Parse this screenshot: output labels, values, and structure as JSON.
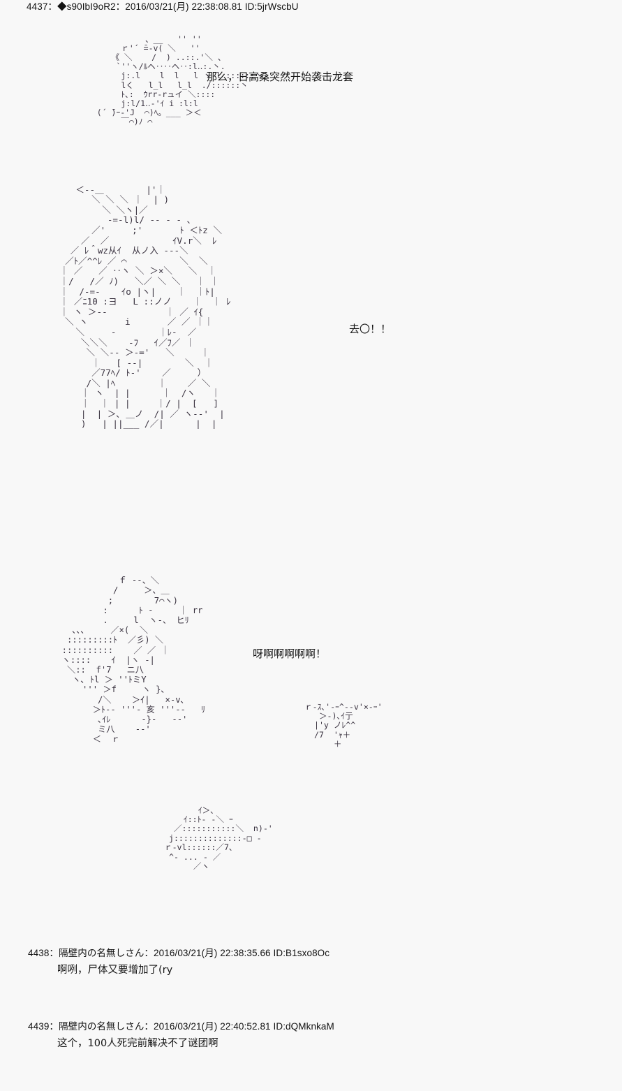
{
  "page": {
    "background_color": "#f8f8f8",
    "text_color": "#151515",
    "aa_color": "#3a3340"
  },
  "posts": [
    {
      "number": "4437",
      "name": "◆s90IbI9oR2",
      "datetime": "2016/03/21(月) 22:38:08.81",
      "id": "ID:5jrWscbU",
      "header_line": "4437：◆s90IbI9oR2：2016/03/21(月) 22:38:08.81 ID:5jrWscbU",
      "body": ""
    },
    {
      "number": "4438",
      "name": "隔壁内の名無しさん",
      "datetime": "2016/03/21(月) 22:38:35.66",
      "id": "ID:B1sxo8Oc",
      "header_line": "4438：隔壁内の名無しさん：2016/03/21(月) 22:38:35.66 ID:B1sxo8Oc",
      "body": "啊咧，尸体又要增加了(ry"
    },
    {
      "number": "4439",
      "name": "隔壁内の名無しさん",
      "datetime": "2016/03/21(月) 22:40:52.81",
      "id": "ID:dQMknkaM",
      "header_line": "4439：隔壁内の名無しさん：2016/03/21(月) 22:40:52.81 ID:dQMknkaM",
      "body": "这个，100人死完前解决不了谜团啊"
    }
  ],
  "captions": {
    "caption_1": "那么，日高桑突然开始袭击龙套",
    "caption_2": "去〇！！",
    "caption_3": "呀啊啊啊啊啊！"
  },
  "ascii_art": {
    "art_1": "             、__   '' ''\n        ｒ'´ ̄=‐v( ＼   ''\n      《 ＼    /  ) ..::.'＼ 、\n       `''ヽ/ﾙヘ‥‥ヘ‥:l‥:.丶.\n        j:.l    l  l   l ヽ‐l ::::::丶\n        lく   l_l   l_l  ./::::::丶\n        ﾄ､:  ｳrr‐rュイ ＼::::\n        j:l/1‥‐'ｲ i :l:l\n   (´ ̄)ｰ‐'J  ⌒)ﾍ。___ ＞＜\n        ￣⌒)ﾉ ⌒",
    "art_2": "    ＜‐‐＿        |'｜\n       ＼ ＼ ＼ ｜  | )\n         ＼ ＼ヽ|／\n          ‐=‐l)l/ ‐‐ ‐ ‐ 、\n       ／'     ;'       ﾄ ＜ﾄz ＼\n     ／  ／            ｲV.r＼  ﾚ\n   ／ ﾚ＾wz从ｲ  从ノ入 ‐‐‐＼\n  ／ﾄ／^^ﾚ ／ ⌒          ＼  ＼\n ｜ ／   ／ ‥ヽ ＼ ＞×＼   ＼  ｜\n ｜/   /／ ﾉ)   ＼／ ＼ ＼   ｜ ｜\n ｜  /‐=‐    ｲo |ヽ|    ｜  ｜ﾄ|\n ｜ ／ﾆ10 :ヨ   L ::ノノ    ｜  ｜ ﾚ\n ｜ ヽ ＞‐‐           ｜ ／ ｲ{\n  ＼ ヽ       i       ／ ／ ｜｜\n    ＼     ‐        ｜ﾚ‐  ／\n     ＼＼＼    ‐ﾌ   ｲ／ﾌ／ ｜\n      ＼ ＼‐‐ ＞‐='   ＼     ｜\n       ｜   [ ‐‐|        ＼  ｜\n       ／77ﾍ/ ﾄ‐'    ／     ）\n      /＼ |ﾍ        ｜    ／ ＼\n     ｜ ヽ  | |      ｜  /ヽ   ｜\n     ｜  ｜ | |     ｜/ |  [   ]\n     |  | ＞､ ＿ノ  /| ／ ヽ‐‐'  |\n     )   | ||___ /／|      |  |",
    "art_3": "             ｆ ‐‐、＼\n            /     ＞、＿\n           ;        7⌒ヽ)\n          :      ﾄ ‐     ｜ rr\n          .     l  ヽ‐、 ヒﾘ\n    ､､､     ／×(  ＼\n   :::::::::ﾄ  ／彡) ＼\n  ::::::::::    ／ ／ ｜\n  ヽ::::    ｲ  |ヽ ‐|\n   ＼::  f'7   ニ八\n    ヽ､ ﾄl ＞ ''ﾄミY\n      ''' ＞f     ヽ }､\n         /＼    ＞ｲ|   ×‐v､\n        ＞ﾄ‐‐ '''‐ 亥 '''‐‐   ﾘ\n         ､ｲﾚ      ‐}‐   ‐‐'\n         ミ八    ‐‐'\n        ＜  ｒ",
    "art_4": "ｒ‐ｽ､'‐ｰ^‐‐v'×‐ｰ'\n   ＞‐)､ｲ亍\n  |'y ノﾚ^^\n  /7  'ｬ＋\n      ＋",
    "art_5": "        ｲ＞､\n     ｲ::ﾄ‐ ‐＼ ｰ\n   ／:::::::::::＼  n)‐'\n  j::::::::::::::‐□ ‐\n ｒ‐vl::::::／7､\n  ^‐ ... ‐ ／\n       ／ヽ"
  }
}
